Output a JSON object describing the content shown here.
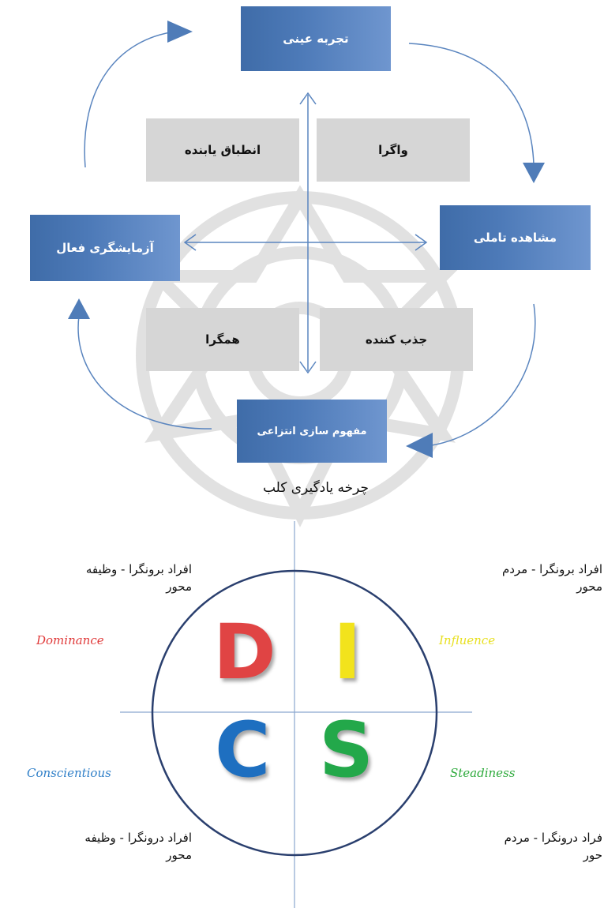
{
  "kolb": {
    "top_box": "تجربه عینی",
    "right_box": "مشاهده تاملی",
    "left_box": "آزمایشگری فعال",
    "bottom_box": "مفهوم سازی انتزاعی",
    "quadrants": {
      "top_left": "انطباق یابنده",
      "top_right": "واگرا",
      "bottom_left": "همگرا",
      "bottom_right": "جذب کننده"
    },
    "caption": "چرخه یادگیری کلب"
  },
  "disc": {
    "letters": {
      "d": "D",
      "i": "I",
      "c": "C",
      "s": "S"
    },
    "letter_colors": {
      "d": "#e04444",
      "i": "#f2e31c",
      "c": "#1e6fc0",
      "s": "#23a84a"
    },
    "labels": {
      "dominance": "Dominance",
      "influence": "Influence",
      "conscientious": "Conscientious",
      "steadiness": "Steadiness"
    },
    "label_colors": {
      "dominance": "#e03a3a",
      "influence": "#e8e020",
      "conscientious": "#2f7fc8",
      "steadiness": "#2eaa3c"
    },
    "quadrant_text": {
      "top_left_line1": "افراد برونگرا - وظیفه",
      "top_left_line2": "محور",
      "top_right_line1": "افراد برونگرا - مردم",
      "top_right_line2": "محور",
      "bottom_left_line1": "افراد درونگرا - وظیفه",
      "bottom_left_line2": "محور",
      "bottom_right_line1": "فراد درونگرا - مردم",
      "bottom_right_line2": "حور"
    }
  },
  "colors": {
    "box_blue": "#4f7cb8",
    "arrow_blue": "#5a85bf",
    "circle_navy": "#2a3f6e",
    "grey_box": "#d6d6d6"
  }
}
